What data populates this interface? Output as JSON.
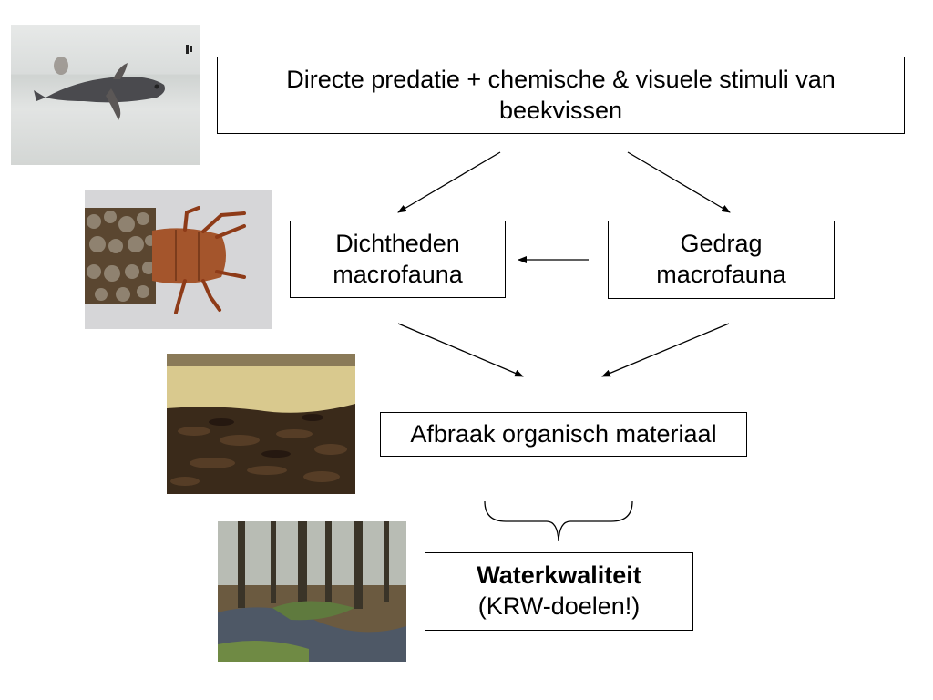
{
  "boxes": {
    "top": "Directe predatie + chemische & visuele stimuli van beekvissen",
    "dichtheden_line1": "Dichtheden",
    "dichtheden_line2": "macrofauna",
    "gedrag_line1": "Gedrag",
    "gedrag_line2": "macrofauna",
    "afbraak": "Afbraak organisch materiaal",
    "water_title": "Waterkwaliteit",
    "water_sub": "(KRW-doelen!)"
  },
  "photos": [
    {
      "name": "fish-photo"
    },
    {
      "name": "caddisfly-larva-photo"
    },
    {
      "name": "leaf-litter-photo"
    },
    {
      "name": "forest-stream-photo"
    }
  ]
}
